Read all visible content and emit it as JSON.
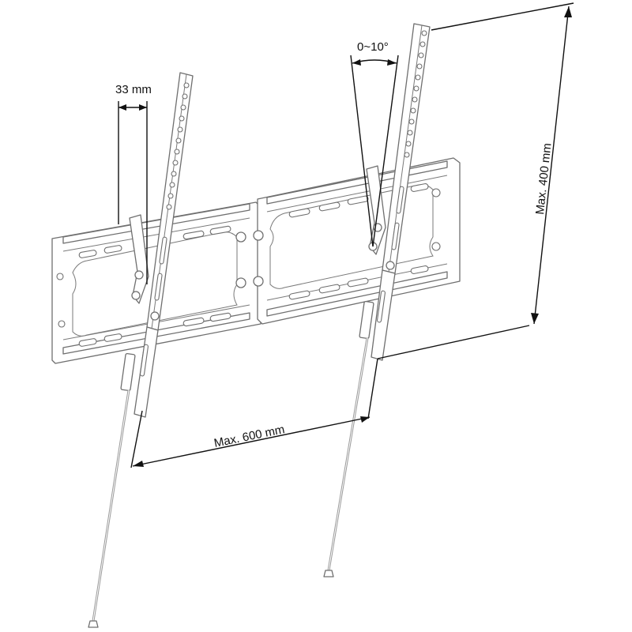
{
  "diagram": {
    "subject": "Tilting TV wall mount bracket",
    "annotations": {
      "depth_label": "33 mm",
      "tilt_label": "0~10°",
      "vertical_label": "Max. 400 mm",
      "horizontal_label": "Max. 600 mm"
    },
    "parts": [
      "wall-plate-left",
      "wall-plate-right",
      "left-vertical-arm",
      "right-vertical-arm",
      "left-safety-cord",
      "right-safety-cord"
    ],
    "colors": {
      "line_art": "#6f6f6f",
      "dimension_lines": "#111111",
      "background": "#ffffff"
    }
  }
}
